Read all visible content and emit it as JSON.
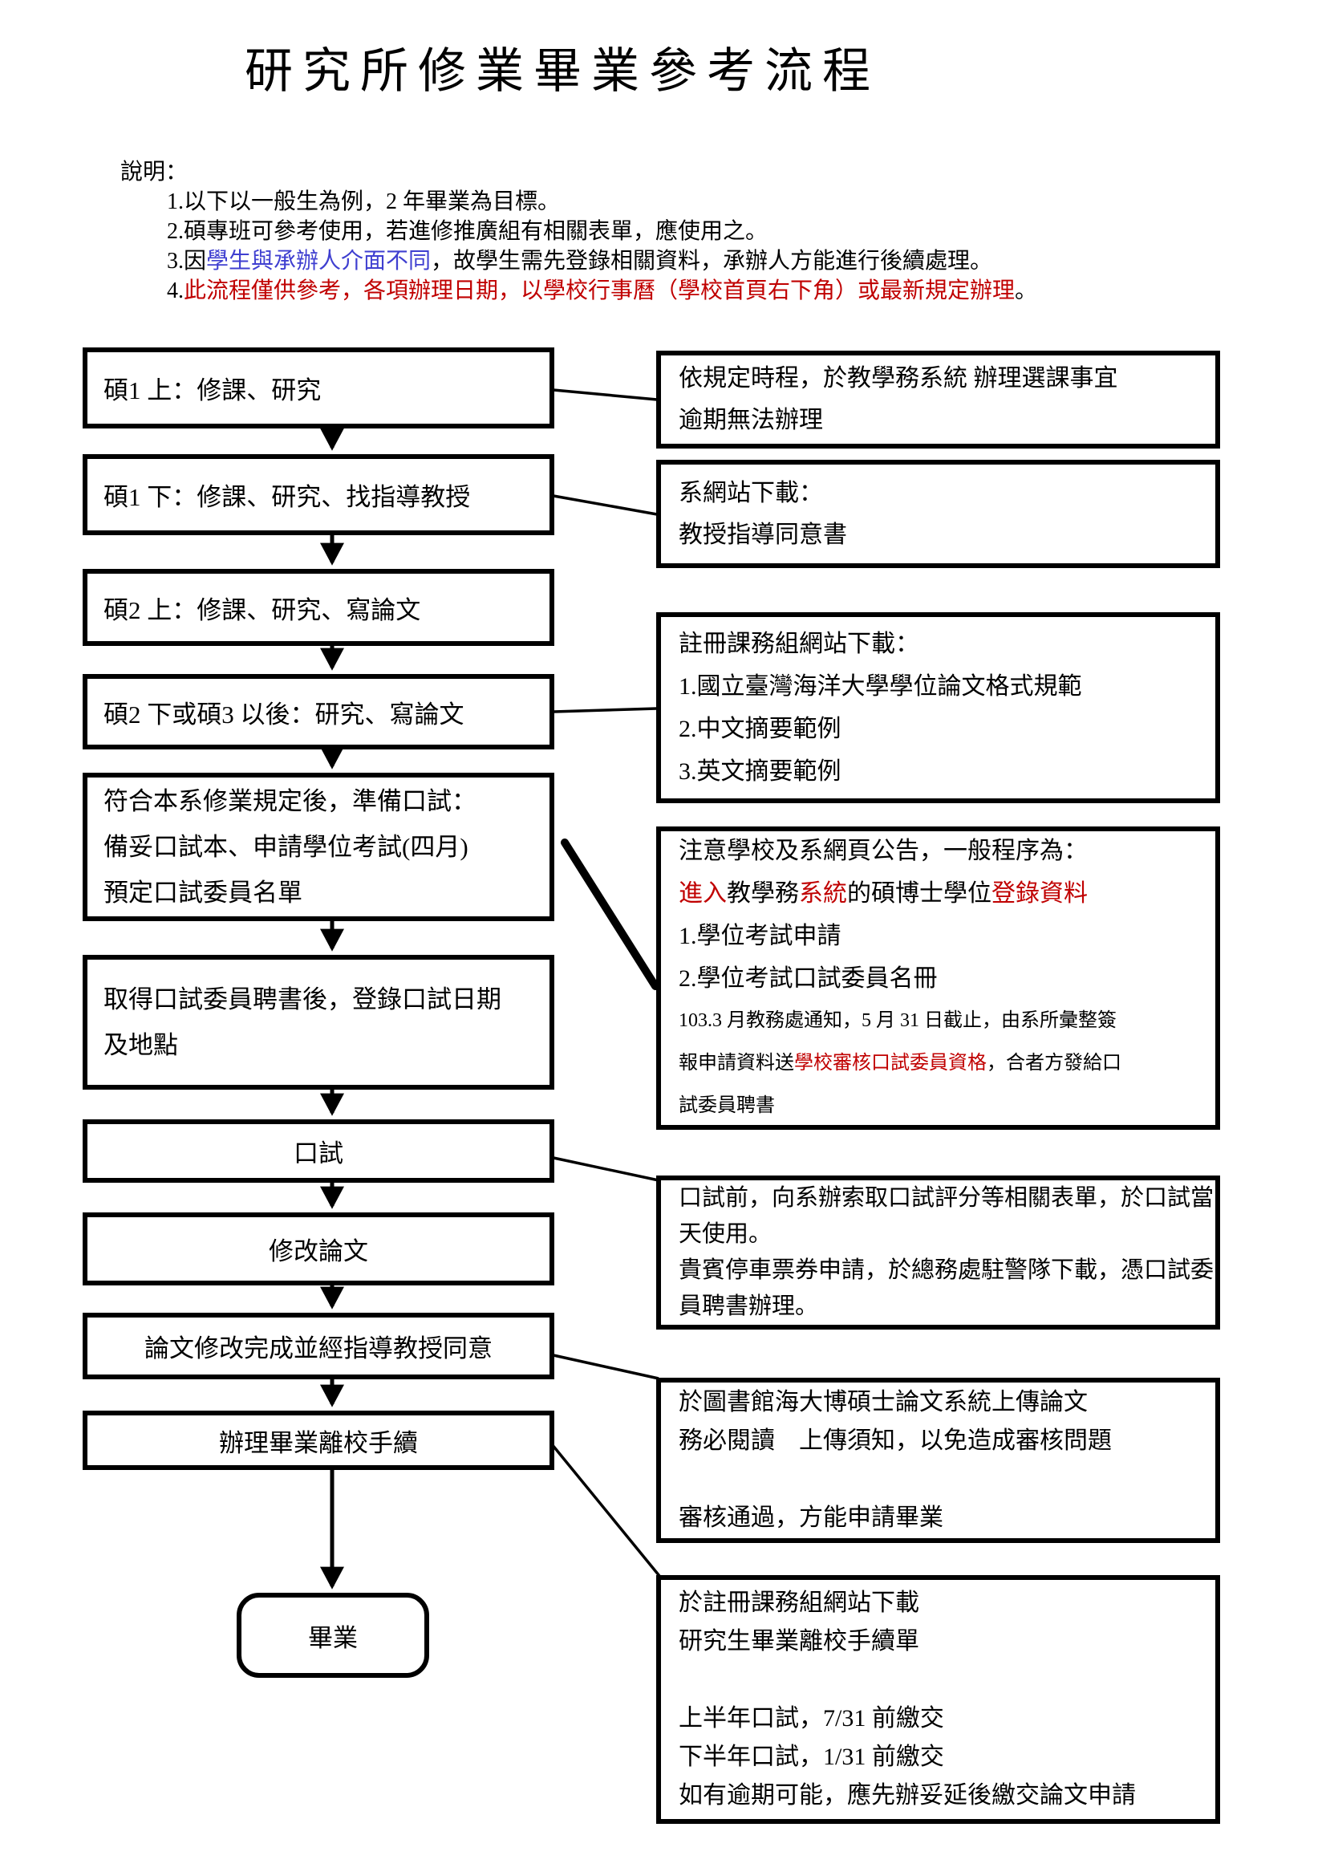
{
  "title": "研究所修業畢業參考流程",
  "notes": {
    "heading": "說明：",
    "item1": "1.以下以一般生為例，2 年畢業為目標。",
    "item2": "2.碩專班可參考使用，若進修推廣組有相關表單，應使用之。",
    "item3_pre": "3.因",
    "item3_blue": "學生與承辦人介面不同",
    "item3_post": "，故學生需先登錄相關資料，承辦人方能進行後續處理。",
    "item4_pre": "4.",
    "item4_red": "此流程僅供參考，各項辦理日期，以學校行事曆（學校首頁右下角）或最新規定辦理",
    "item4_post": "。"
  },
  "flow": {
    "box1": "碩1 上：修課、研究",
    "box2": "碩1 下：修課、研究、找指導教授",
    "box3": "碩2 上：修課、研究、寫論文",
    "box4": "碩2 下或碩3 以後：研究、寫論文",
    "box5_line1": "符合本系修業規定後，準備口試：",
    "box5_line2": "備妥口試本、申請學位考試(四月)",
    "box5_line3": "預定口試委員名單",
    "box6_line1": "取得口試委員聘書後，登錄口試日期",
    "box6_line2": "及地點",
    "box7": "口試",
    "box8": "修改論文",
    "box9": "論文修改完成並經指導教授同意",
    "box10": "辦理畢業離校手續",
    "box11": "畢業"
  },
  "right": {
    "r1_line1": "依規定時程，於教學務系統 辦理選課事宜",
    "r1_line2": "逾期無法辦理",
    "r2_line1": "系網站下載：",
    "r2_line2": "教授指導同意書",
    "r3_line1": "註冊課務組網站下載：",
    "r3_line2": "1.國立臺灣海洋大學學位論文格式規範",
    "r3_line3": "2.中文摘要範例",
    "r3_line4": "3.英文摘要範例",
    "r4_line1": "注意學校及系網頁公告，一般程序為：",
    "r4_seg_red1": "進入",
    "r4_seg_black1": "教學務",
    "r4_seg_red2": "系統",
    "r4_seg_black2": "的碩博士學位",
    "r4_seg_red3": "登錄資料",
    "r4_line3": "1.學位考試申請",
    "r4_line4": "2.學位考試口試委員名冊",
    "r4_small1": "103.3 月教務處通知，5 月 31 日截止，由系所彙整簽",
    "r4_small2_pre": "報申請資料送",
    "r4_small2_red": "學校審核口試委員資格",
    "r4_small2_post": "，合者方發給口",
    "r4_small3": "試委員聘書",
    "r5_line1": "口試前，向系辦索取口試評分等相關表單，於口試當",
    "r5_line2": "天使用。",
    "r5_line3": "貴賓停車票券申請，於總務處駐警隊下載，憑口試委",
    "r5_line4": "員聘書辦理。",
    "r6_line1": "於圖書館海大博碩士論文系統上傳論文",
    "r6_line2": "務必閱讀　上傳須知，以免造成審核問題",
    "r6_line3": "審核通過，方能申請畢業",
    "r7_line1": "於註冊課務組網站下載",
    "r7_line2": "研究生畢業離校手續單",
    "r7_line3": "上半年口試，7/31 前繳交",
    "r7_line4": "下半年口試，1/31 前繳交",
    "r7_line5": "如有逾期可能，應先辦妥延後繳交論文申請"
  },
  "colors": {
    "note_blue": "#3f3fd0",
    "accent_red": "#c00000",
    "connector_red": "#e60000"
  }
}
